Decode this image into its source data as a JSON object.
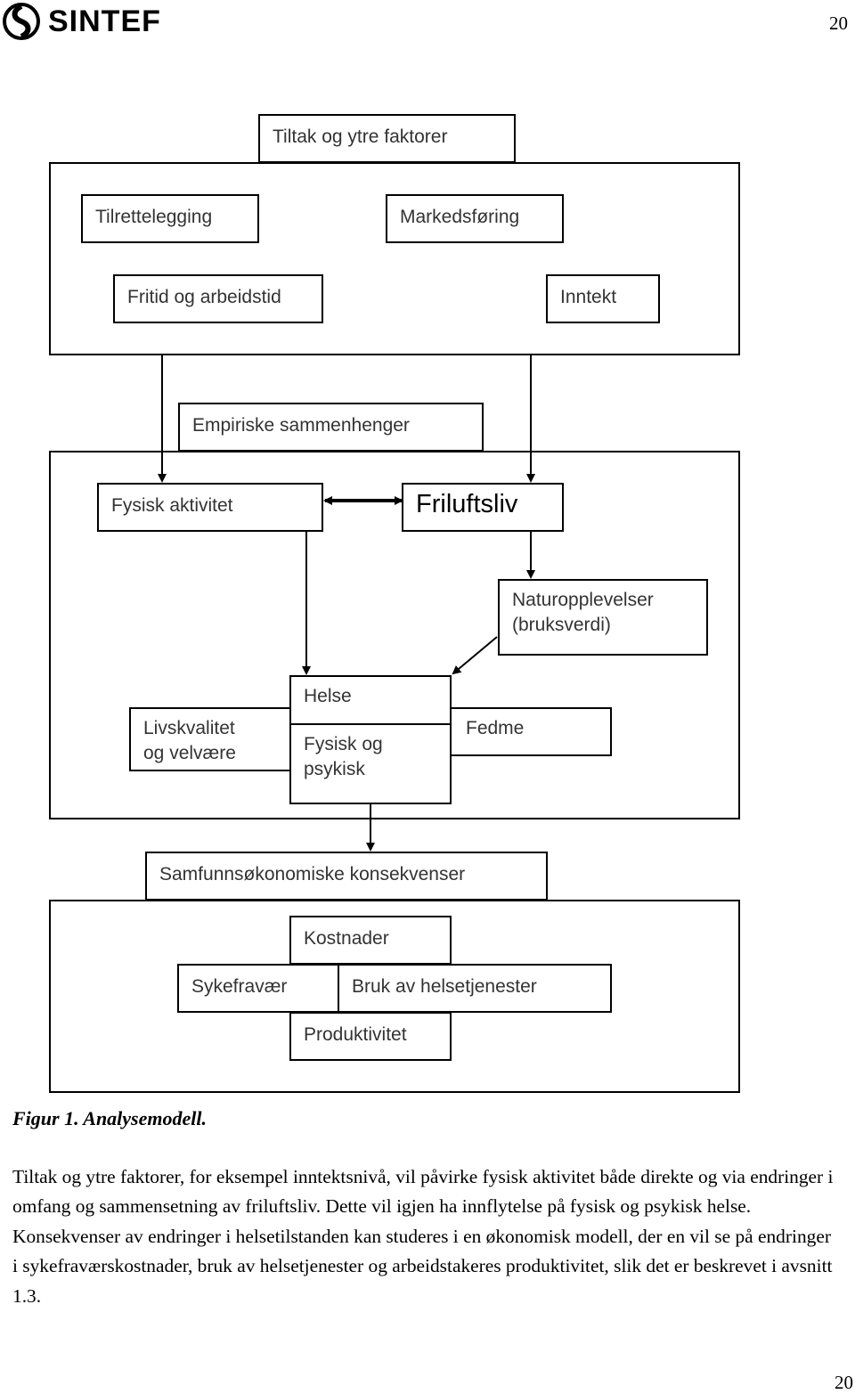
{
  "header": {
    "logo_text": "SINTEF",
    "page_number": "20"
  },
  "figure": {
    "top_section": {
      "title": "Tiltak og ytre faktorer",
      "items": [
        "Tilrettelegging",
        "Markedsføring",
        "Fritid og arbeidstid",
        "Inntekt"
      ]
    },
    "middle_section": {
      "title": "Empiriske sammenhenger",
      "physical_activity": "Fysisk aktivitet",
      "friluftsliv": "Friluftsliv",
      "nature_experience_line1": "Naturopplevelser",
      "nature_experience_line2": "(bruksverdi)",
      "quality_of_life_line1": "Livskvalitet",
      "quality_of_life_line2": "og velvære",
      "health": "Helse",
      "health_sub_line1": "Fysisk og",
      "health_sub_line2": "psykisk",
      "obesity": "Fedme"
    },
    "bottom_section": {
      "title": "Samfunnsøkonomiske konsekvenser",
      "costs": "Kostnader",
      "sick_leave": "Sykefravær",
      "health_services": "Bruk av helsetjenester",
      "productivity": "Produktivitet"
    }
  },
  "caption": "Figur 1. Analysemodell.",
  "paragraph": "Tiltak og ytre faktorer, for eksempel inntektsnivå, vil påvirke fysisk aktivitet både direkte og via endringer i omfang og sammensetning av friluftsliv. Dette vil igjen ha innflytelse på fysisk og psykisk helse. Konsekvenser av endringer i helsetilstanden kan studeres i en økonomisk modell, der en vil se på endringer i sykefraværskostnader, bruk av helsetjenester og arbeidstakeres produktivitet, slik det er beskrevet i avsnitt 1.3.",
  "footer": {
    "page_number": "20"
  }
}
